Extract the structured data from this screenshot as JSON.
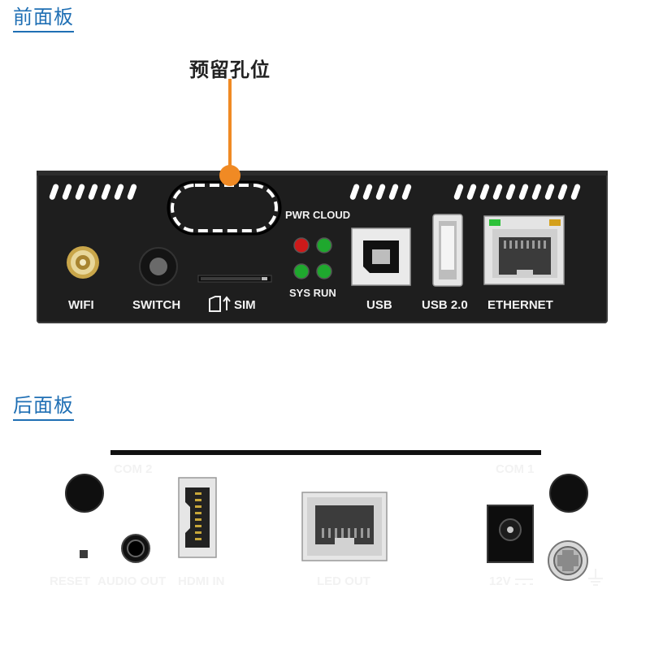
{
  "front_panel": {
    "title": "前面板",
    "callout": "预留孔位",
    "labels": {
      "wifi": "WIFI",
      "switch": "SWITCH",
      "sim": "SIM",
      "pwr_cloud": "PWR CLOUD",
      "sys_run": "SYS RUN",
      "usb": "USB",
      "usb2": "USB 2.0",
      "ethernet": "ETHERNET"
    }
  },
  "back_panel": {
    "title": "后面板",
    "labels": {
      "com2": "COM 2",
      "com1": "COM 1",
      "reset": "RESET",
      "audio_out": "AUDIO OUT",
      "hdmi_in": "HDMI IN",
      "led_out": "LED OUT",
      "power": "12V"
    }
  },
  "colors": {
    "accent": "#1f6fb4",
    "callout_line": "#f08a24",
    "panel": "#1e1e1e",
    "led_red": "#cc1a1a",
    "led_green": "#1fa82e"
  }
}
